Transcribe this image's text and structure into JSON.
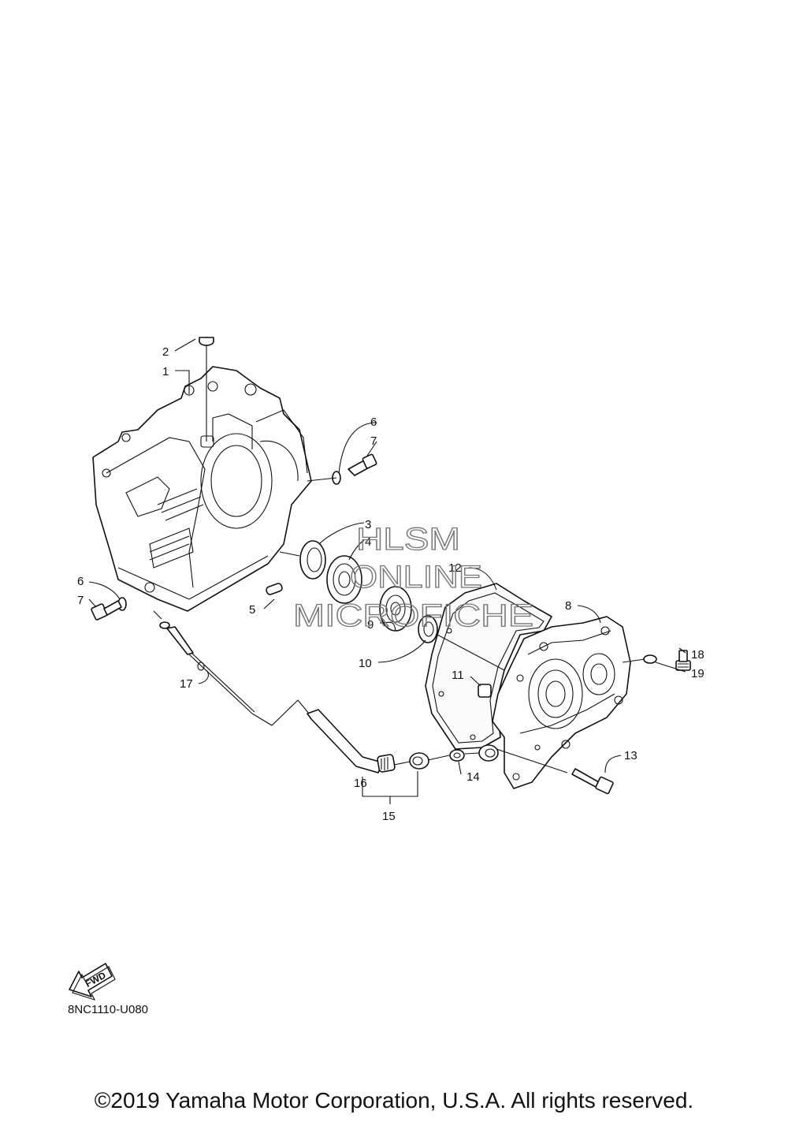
{
  "callouts": [
    "1",
    "2",
    "3",
    "4",
    "5",
    "6",
    "6",
    "7",
    "7",
    "8",
    "9",
    "10",
    "11",
    "12",
    "13",
    "14",
    "15",
    "16",
    "17",
    "18",
    "19"
  ],
  "watermark": {
    "line1": "HLSM",
    "line2": "ONLINE",
    "line3": "MICROFICHE"
  },
  "fwd_label": "FWD",
  "diagram_code": "8NC1110-U080",
  "copyright": "©2019 Yamaha Motor Corporation, U.S.A. All rights reserved."
}
